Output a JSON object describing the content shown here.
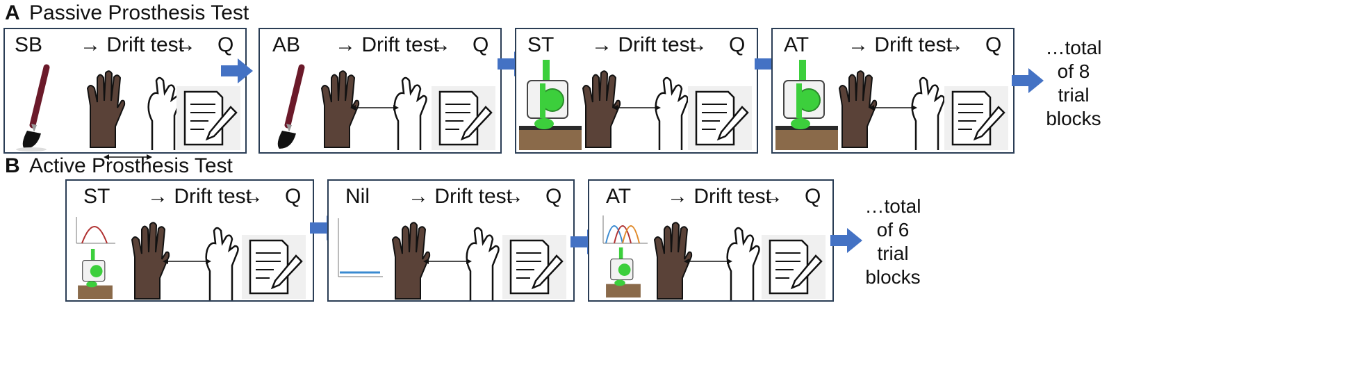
{
  "panel_a": {
    "label": "A",
    "title": "Passive Prosthesis Test",
    "blocks": [
      {
        "condition": "SB",
        "step2": "→ Drift test",
        "step3": "→",
        "step4": "Q",
        "stimulus": "brush"
      },
      {
        "condition": "AB",
        "step2": "→ Drift test",
        "step3": "→",
        "step4": "Q",
        "stimulus": "brush"
      },
      {
        "condition": "ST",
        "step2": "→ Drift test",
        "step3": "→",
        "step4": "Q",
        "stimulus": "device"
      },
      {
        "condition": "AT",
        "step2": "→ Drift test",
        "step3": "→",
        "step4": "Q",
        "stimulus": "device"
      }
    ],
    "total": [
      "…total",
      "of 8",
      "trial",
      "blocks"
    ]
  },
  "panel_b": {
    "label": "B",
    "title": "Active Prosthesis Test",
    "blocks": [
      {
        "condition": "ST",
        "step2": "→ Drift test",
        "step3": "→",
        "step4": "Q",
        "stimulus": "sync-profile-device"
      },
      {
        "condition": "Nil",
        "step2": "→ Drift test",
        "step3": "→",
        "step4": "Q",
        "stimulus": "flat-profile"
      },
      {
        "condition": "AT",
        "step2": "→ Drift test",
        "step3": "→",
        "step4": "Q",
        "stimulus": "async-profile-device"
      }
    ],
    "total": [
      "…total",
      "of 6",
      "trial",
      "blocks"
    ]
  },
  "colors": {
    "flow_arrow": "#4472c4",
    "block_border": "#2a3d55",
    "brush_handle": "#6b1a2a",
    "hand_fill": "#5a4238",
    "device_green": "#3ccf3c",
    "curve_red": "#b03030",
    "curve_blue": "#3a8ad0",
    "curve_orange": "#e08a2a"
  }
}
